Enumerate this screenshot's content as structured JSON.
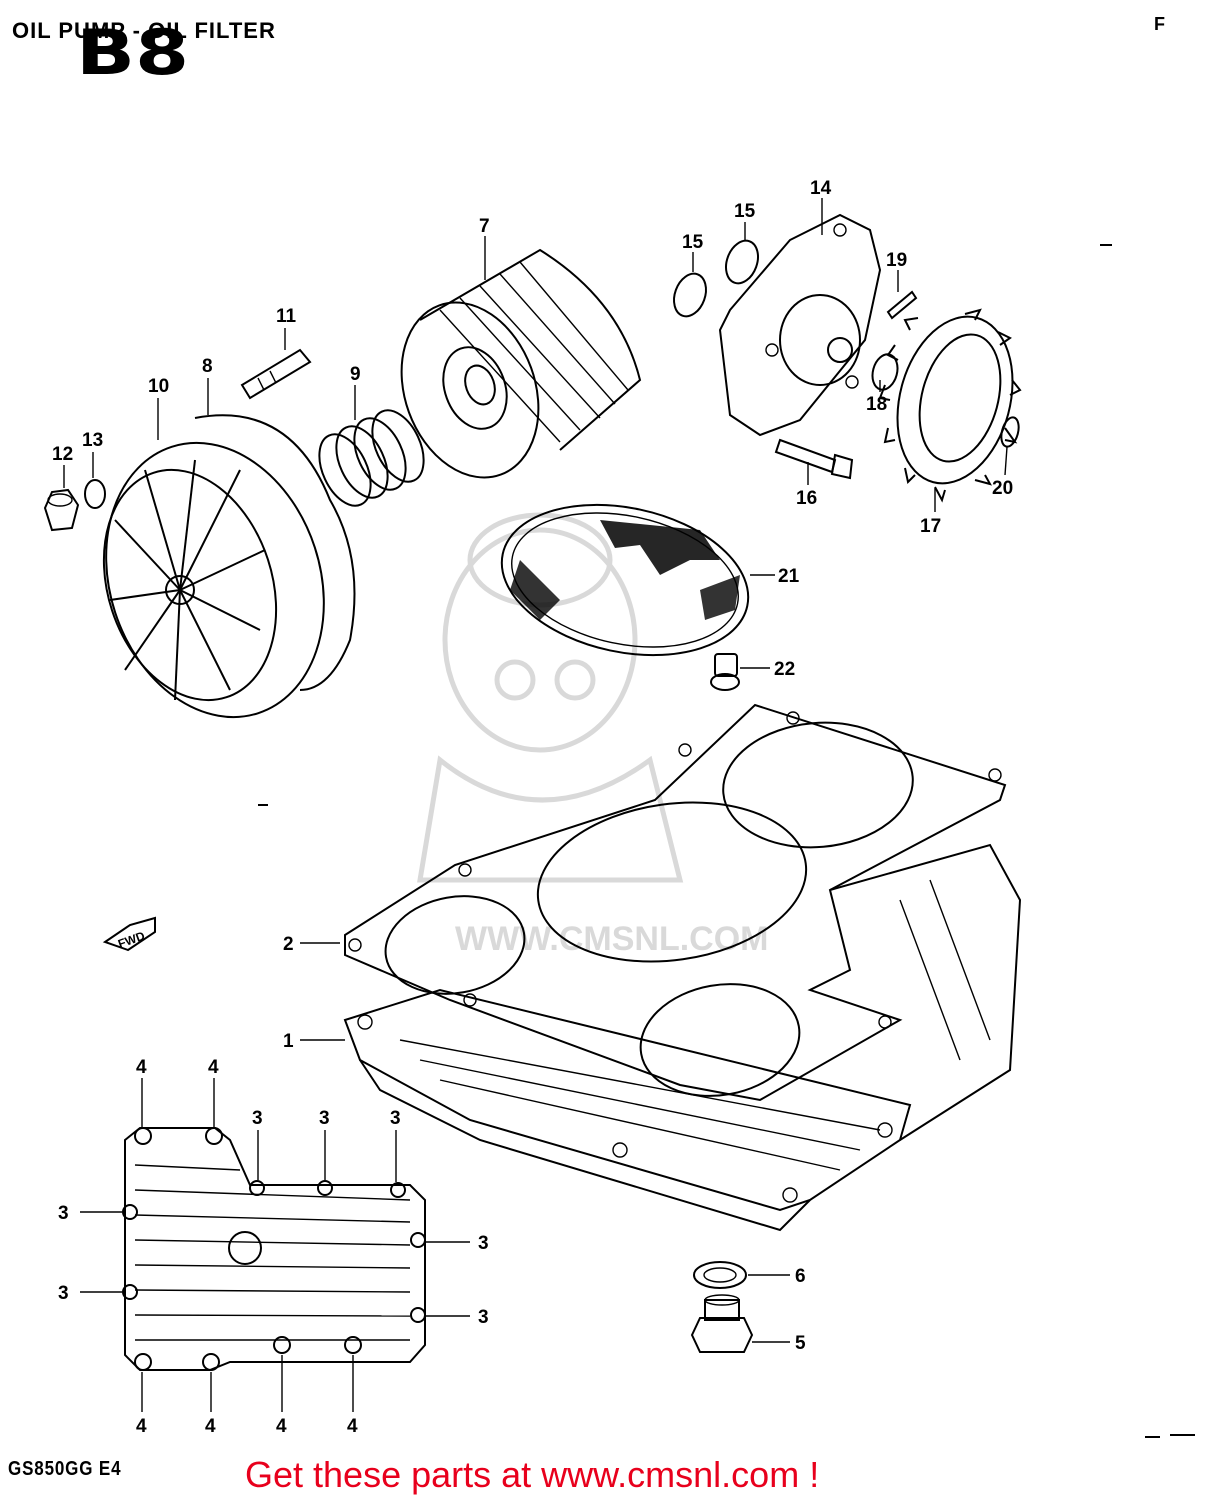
{
  "header": {
    "title": "OIL PUMP - OIL FILTER",
    "section_code": "B8",
    "corner_mark": "F"
  },
  "footer": {
    "model_code": "GS850GG E4",
    "banner_text": "Get these parts at www.cmsnl.com !"
  },
  "watermark": {
    "text": "WWW.CMSNL.COM"
  },
  "callouts": [
    "1",
    "2",
    "3",
    "4",
    "5",
    "6",
    "7",
    "8",
    "9",
    "10",
    "11",
    "12",
    "13",
    "14",
    "15",
    "16",
    "17",
    "18",
    "19",
    "20",
    "21",
    "22"
  ],
  "colors": {
    "banner": "#e8001c",
    "line_art": "#000000",
    "watermark": "#d9d9d9"
  }
}
